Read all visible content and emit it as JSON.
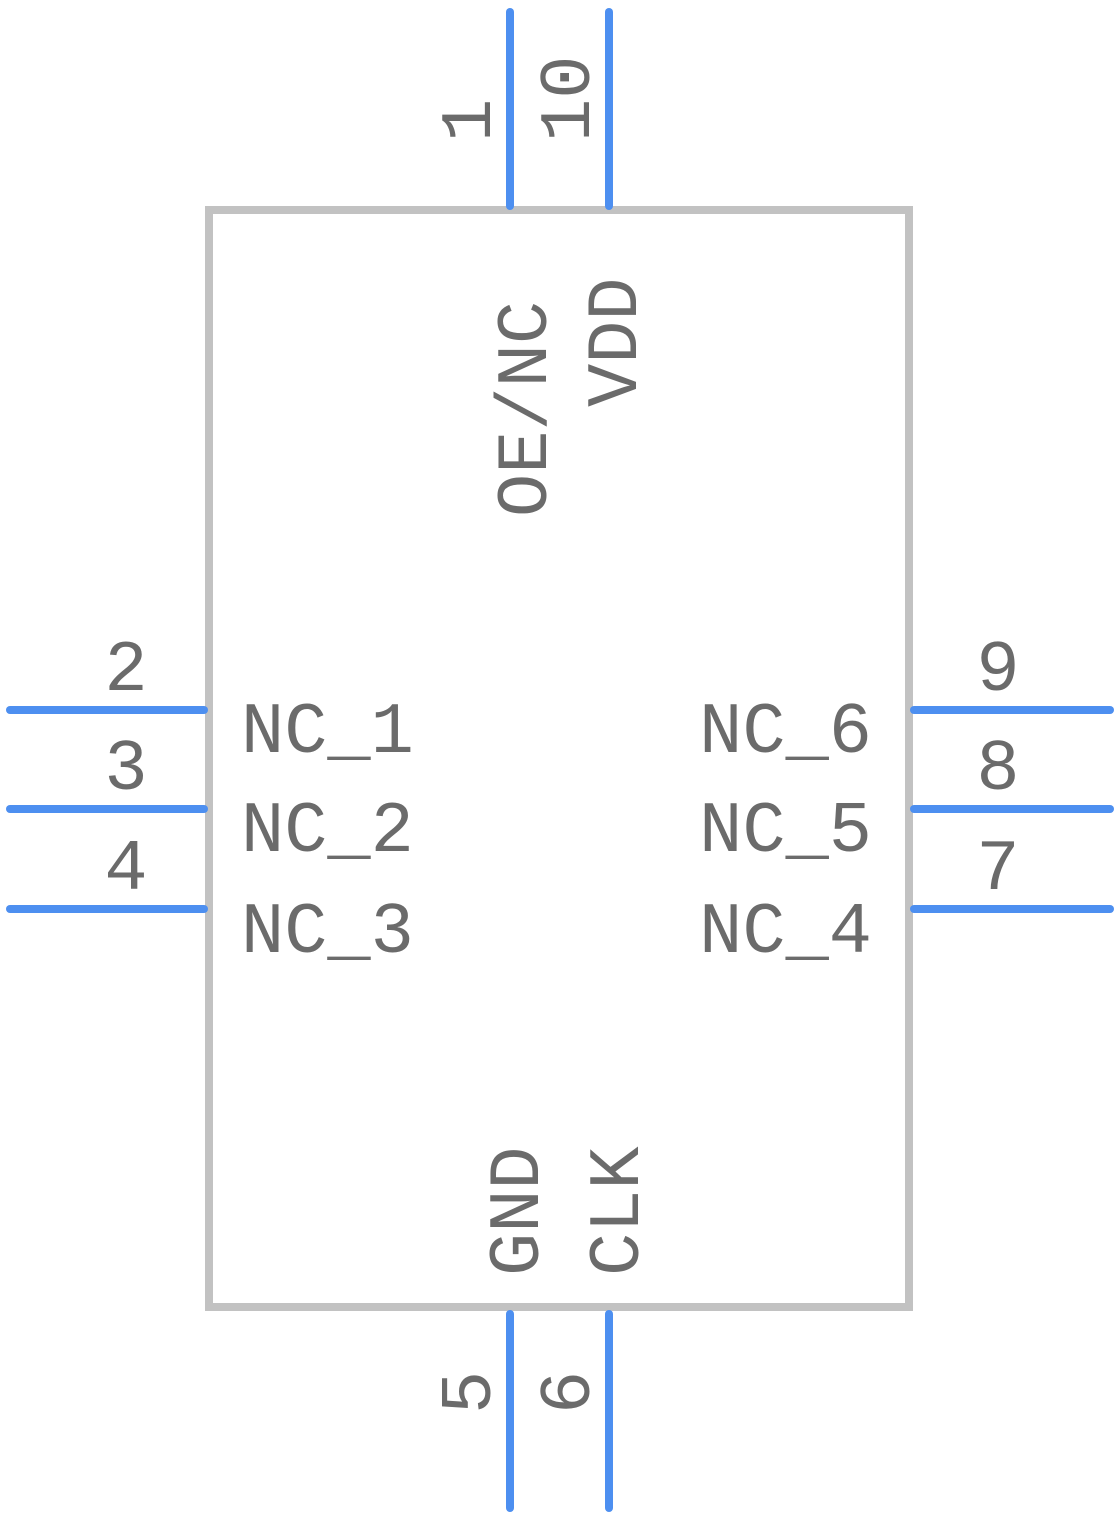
{
  "component": {
    "pins": [
      {
        "number": "1",
        "name": "OE/NC"
      },
      {
        "number": "10",
        "name": "VDD"
      },
      {
        "number": "2",
        "name": "NC_1"
      },
      {
        "number": "3",
        "name": "NC_2"
      },
      {
        "number": "4",
        "name": "NC_3"
      },
      {
        "number": "9",
        "name": "NC_6"
      },
      {
        "number": "8",
        "name": "NC_5"
      },
      {
        "number": "7",
        "name": "NC_4"
      },
      {
        "number": "5",
        "name": "GND"
      },
      {
        "number": "6",
        "name": "CLK"
      }
    ],
    "colors": {
      "pin": "#4d8ff0",
      "outline": "#c2c2c2",
      "text": "#6b6b6b"
    }
  }
}
